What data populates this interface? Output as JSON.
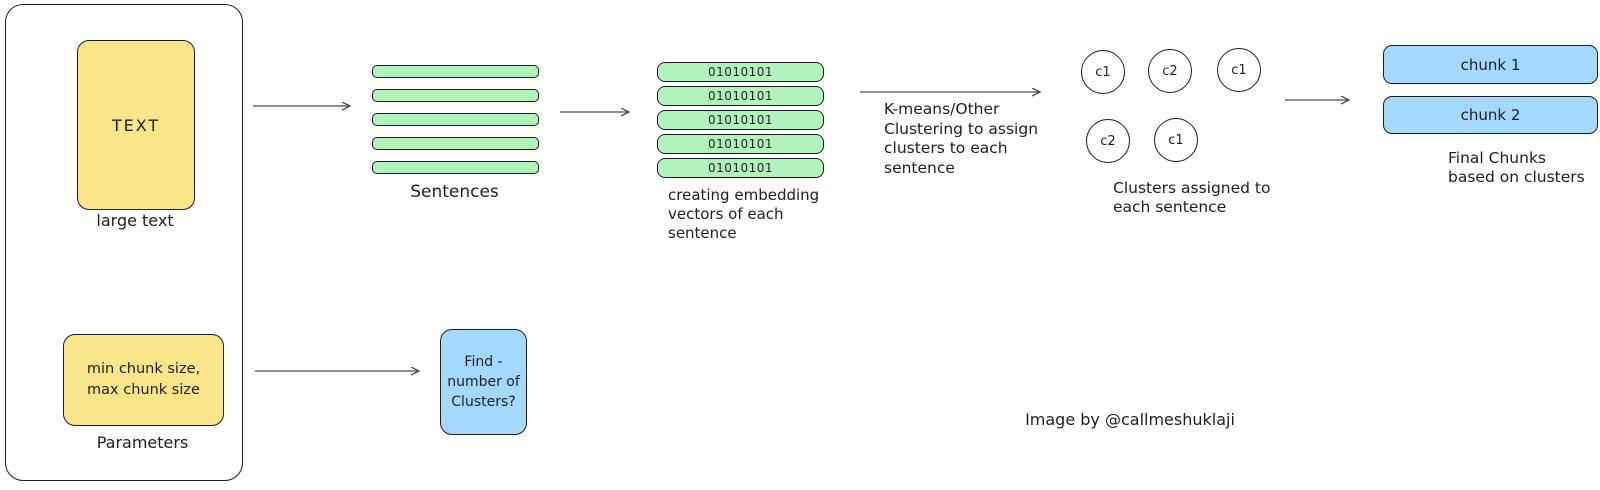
{
  "colors": {
    "yellow_fill": "#FAE58B",
    "green_fill": "#B2F2BB",
    "blue_fill": "#A5D8FF",
    "stroke": "#1E1E1E",
    "arrow": "#4A4A4A"
  },
  "input_panel": {
    "text_box_label": "TEXT",
    "text_box_caption": "large text",
    "params_box_label": "min chunk size,\nmax chunk size",
    "params_box_caption": "Parameters"
  },
  "sentences": {
    "caption": "Sentences"
  },
  "embeddings": {
    "vector_label": "01010101",
    "caption": "creating embedding\nvectors of each\nsentence"
  },
  "kmeans": {
    "label": "K-means/Other\nClustering to assign\nclusters to each\nsentence"
  },
  "clusters": {
    "items": [
      "c1",
      "c2",
      "c1",
      "c2",
      "c1"
    ],
    "caption": "Clusters assigned to\neach sentence"
  },
  "chunks": {
    "items": [
      "chunk 1",
      "chunk 2"
    ],
    "caption": "Final Chunks\nbased on clusters"
  },
  "find_clusters": {
    "label": "Find -\nnumber of\nClusters?"
  },
  "credit": "Image by @callmeshuklaji"
}
